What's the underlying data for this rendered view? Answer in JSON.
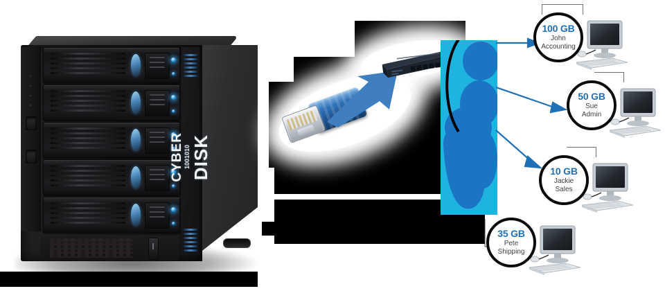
{
  "diagram": {
    "title": "NAS storage allocation diagram",
    "device": {
      "name": "nas-appliance",
      "brand_primary": "CYBER",
      "brand_binary": "1001010",
      "brand_secondary": "DISK",
      "bay_count": 5
    },
    "network": {
      "cable_label": "ethernet-rj45-cable",
      "switch_label": "network-switch",
      "cloud_label": "network-cloud"
    },
    "endpoints": [
      {
        "capacity": "100 GB",
        "user": "John",
        "dept": "Accounting"
      },
      {
        "capacity": "50 GB",
        "user": "Sue",
        "dept": "Admin"
      },
      {
        "capacity": "10 GB",
        "user": "Jackie",
        "dept": "Sales"
      },
      {
        "capacity": "35 GB",
        "user": "Pete",
        "dept": "Shipping"
      }
    ],
    "colors": {
      "accent_blue": "#1f6fb5",
      "arrow_blue": "#1f6fb5",
      "cloud_cyan": "#1fb3e0",
      "cloud_blue": "#1b75c4",
      "bubble_outline": "#0b0b0b",
      "text_gray": "#3c4044"
    }
  }
}
